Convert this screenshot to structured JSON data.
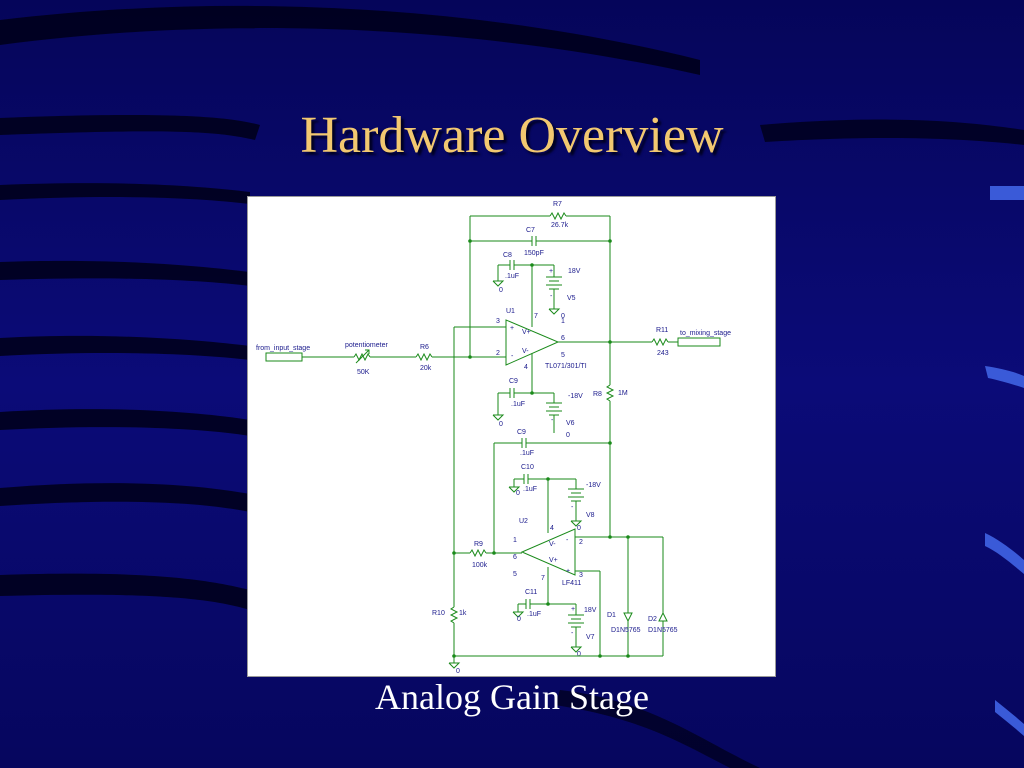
{
  "slide": {
    "title": "Hardware Overview",
    "caption": "Analog Gain Stage"
  },
  "colors": {
    "background": "#0a0a6e",
    "title": "#f2c870",
    "caption": "#ffffff",
    "wire": "#1a8a1a",
    "label": "#1a1a8c"
  },
  "schematic": {
    "labels": {
      "r7": "R7",
      "r7_val": "26.7k",
      "c7": "C7",
      "c7_val": "150pF",
      "c8": "C8",
      "c8_val": ".1uF",
      "v5": "V5",
      "v5_val": "18V",
      "u1": "U1",
      "u1_part": "TL071/301/TI",
      "c9a": "C9",
      "c9a_val": ".1uF",
      "v6": "V6",
      "v6_val": "-18V",
      "r11": "R11",
      "r11_val": "243",
      "to_mixing": "to_mixing_stage",
      "from_input": "from_input_stage",
      "pot": "potentiometer",
      "pot_val": "50K",
      "r6": "R6",
      "r6_val": "20k",
      "r8": "R8",
      "r8_val": "1M",
      "c9b": "C9",
      "c9b_val": ".1uF",
      "c10": "C10",
      "c10_val": ".1uF",
      "v8": "V8",
      "v8_val": "-18V",
      "u2": "U2",
      "u2_part": "LF411",
      "r9": "R9",
      "r9_val": "100k",
      "r10": "R10",
      "r10_val": "1k",
      "c11": "C11",
      "c11_val": ".1uF",
      "v7": "V7",
      "v7_val": "18V",
      "d1": "D1",
      "d1_val": "D1N5765",
      "d2": "D2",
      "d2_val": "D1N5765",
      "gnd": "0",
      "pin1": "1",
      "pin2": "2",
      "pin3": "3",
      "pin4": "4",
      "pin5": "5",
      "pin6": "6",
      "pin7": "7",
      "plus": "+",
      "minus": "-",
      "vplus": "V+",
      "vminus": "V-"
    }
  }
}
